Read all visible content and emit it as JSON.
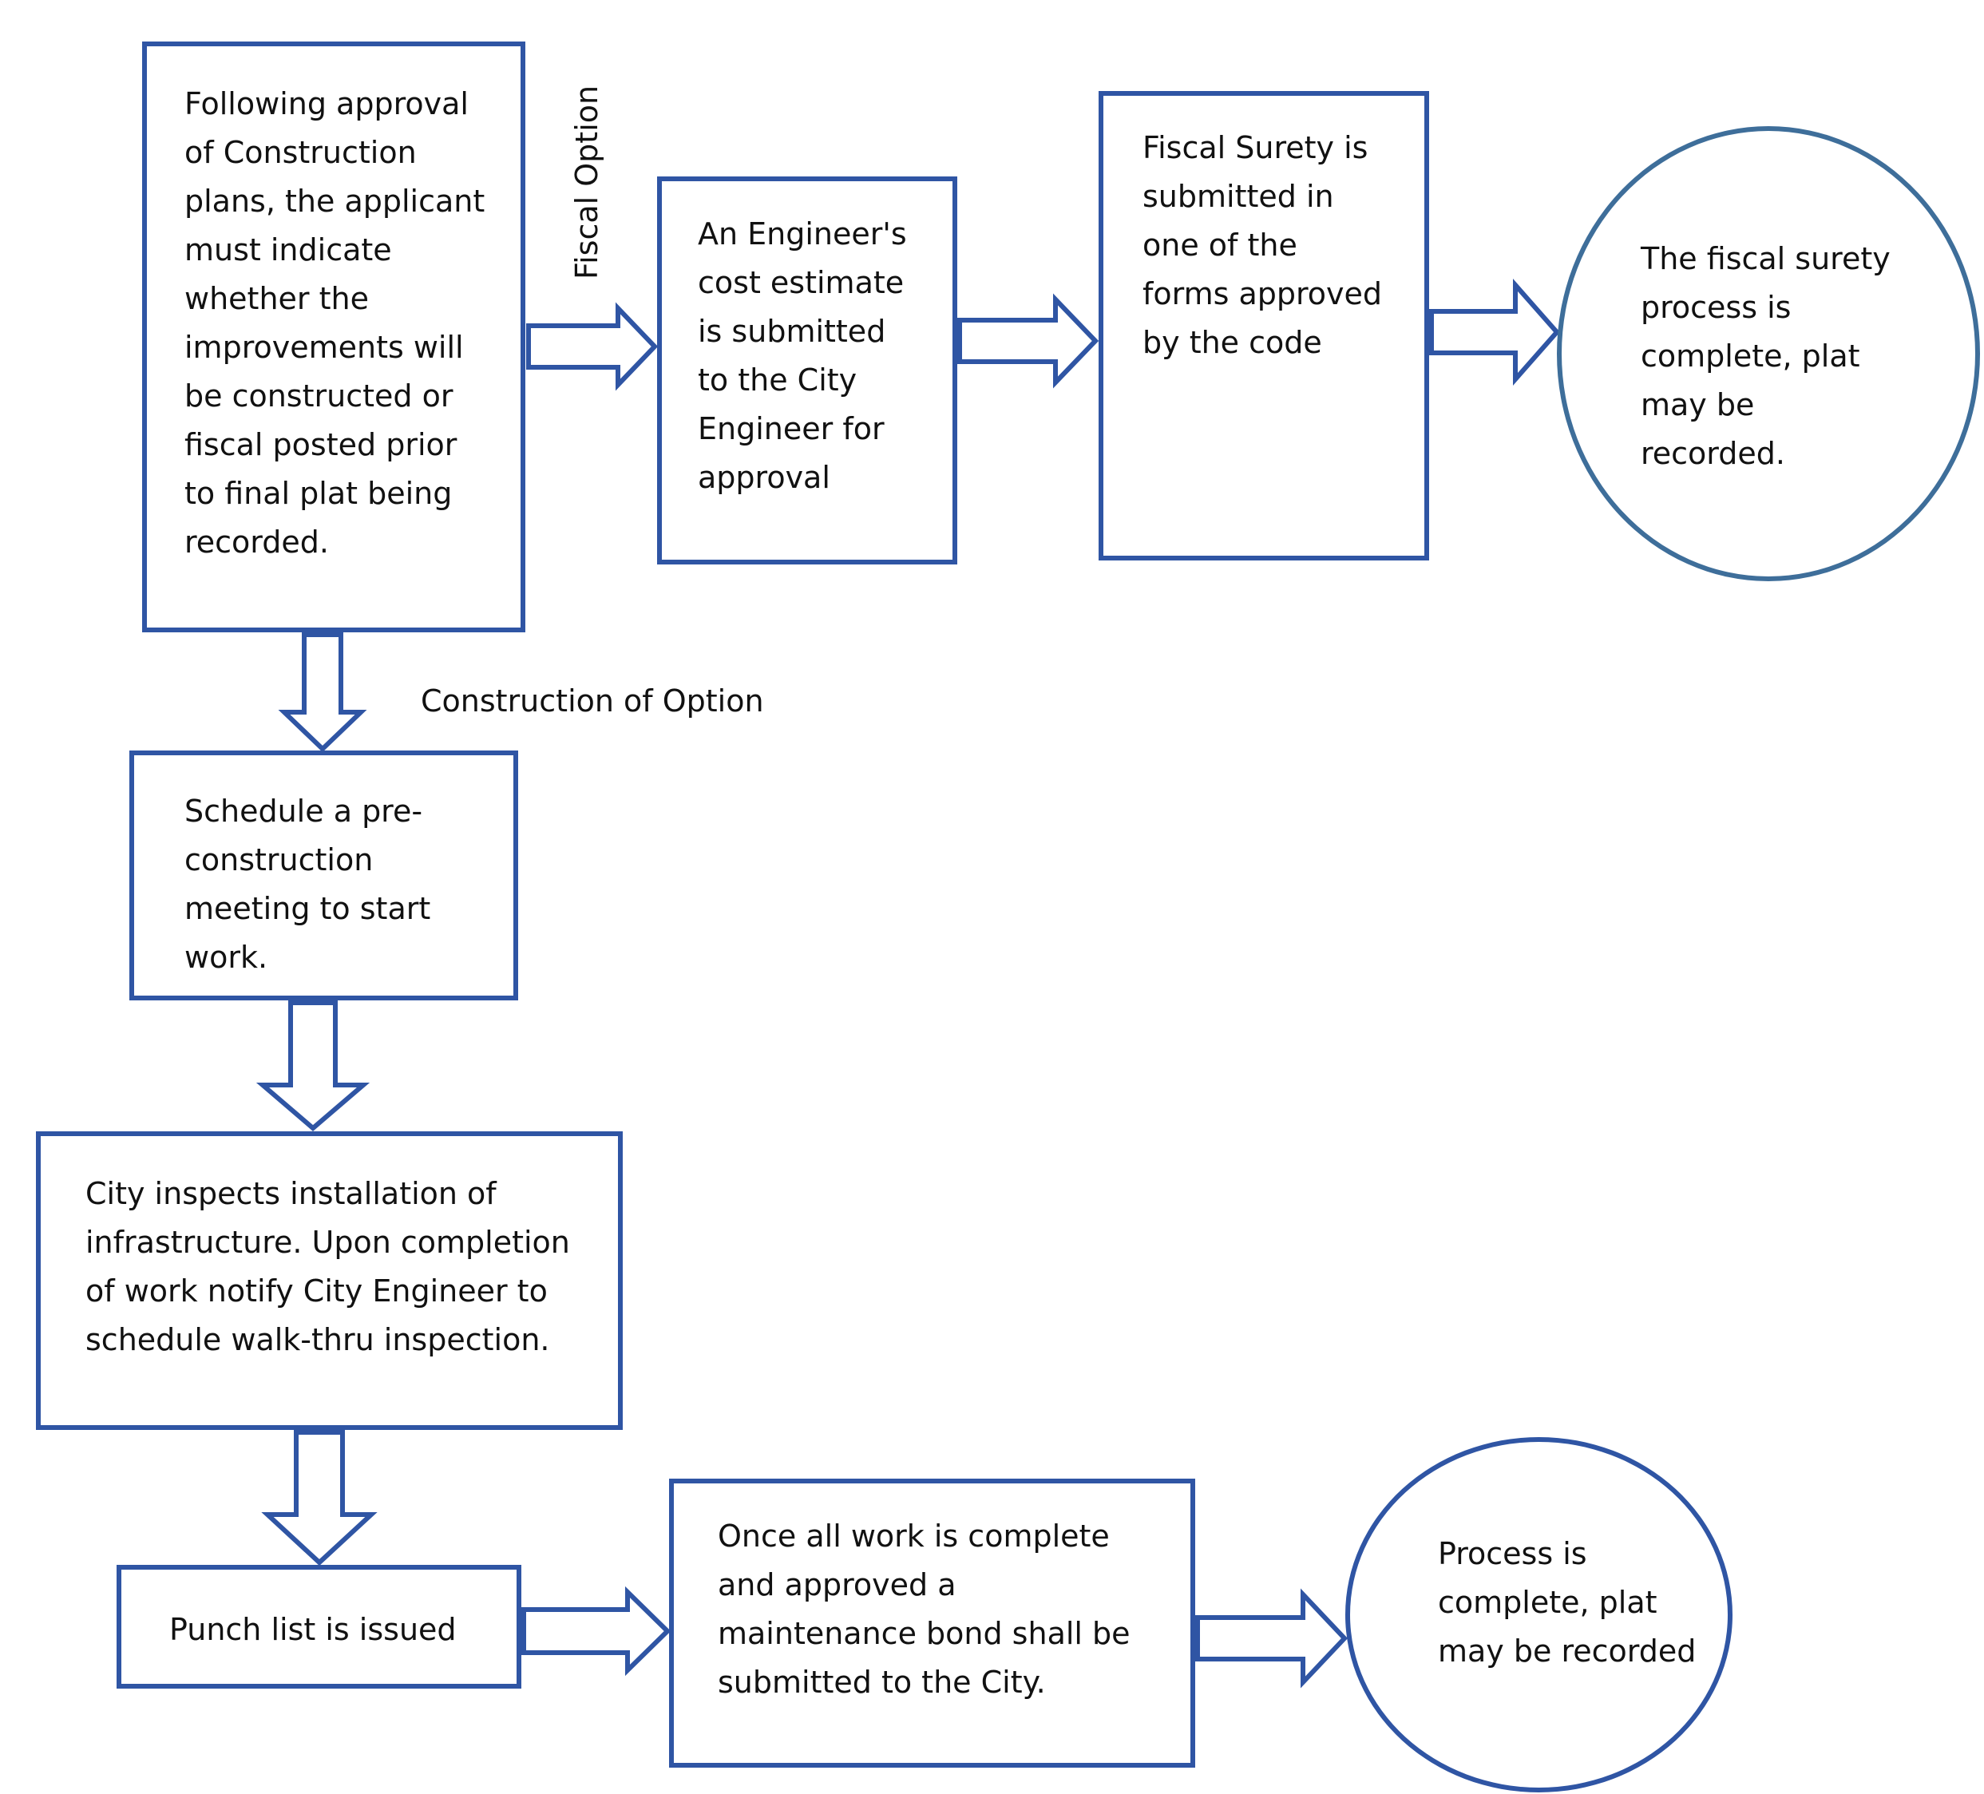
{
  "nodes": {
    "start_decision": "Following approval\nof Construction\nplans, the applicant\nmust indicate\nwhether the\nimprovements will\nbe constructed or\nfiscal posted prior\nto final plat being\nrecorded.",
    "engineer_estimate": "An Engineer's\ncost estimate\nis submitted\nto the City\nEngineer for\napproval",
    "fiscal_surety": "Fiscal Surety is\nsubmitted in\none of the\nforms approved\nby the code",
    "fiscal_complete": "The fiscal surety\nprocess is\ncomplete, plat\nmay be\nrecorded.",
    "preconstruction": "Schedule a pre-\nconstruction\nmeeting to start\nwork.",
    "city_inspects": "City inspects installation of\ninfrastructure. Upon completion\nof work notify City Engineer to\nschedule walk-thru inspection.",
    "punch_list": "Punch list is issued",
    "maintenance_bond": "Once all work is complete\nand approved a\nmaintenance bond shall be\nsubmitted to the City.",
    "process_complete": "Process is\ncomplete, plat\nmay be recorded"
  },
  "labels": {
    "fiscal_option": "Fiscal Option",
    "construction_option": "Construction of Option"
  },
  "colors": {
    "box_border": "#2f55a4",
    "arrow_stroke": "#2f55a4",
    "oval_top_border": "#3e6e9a",
    "oval_bottom_border": "#2f55a4",
    "text": "#111111"
  }
}
